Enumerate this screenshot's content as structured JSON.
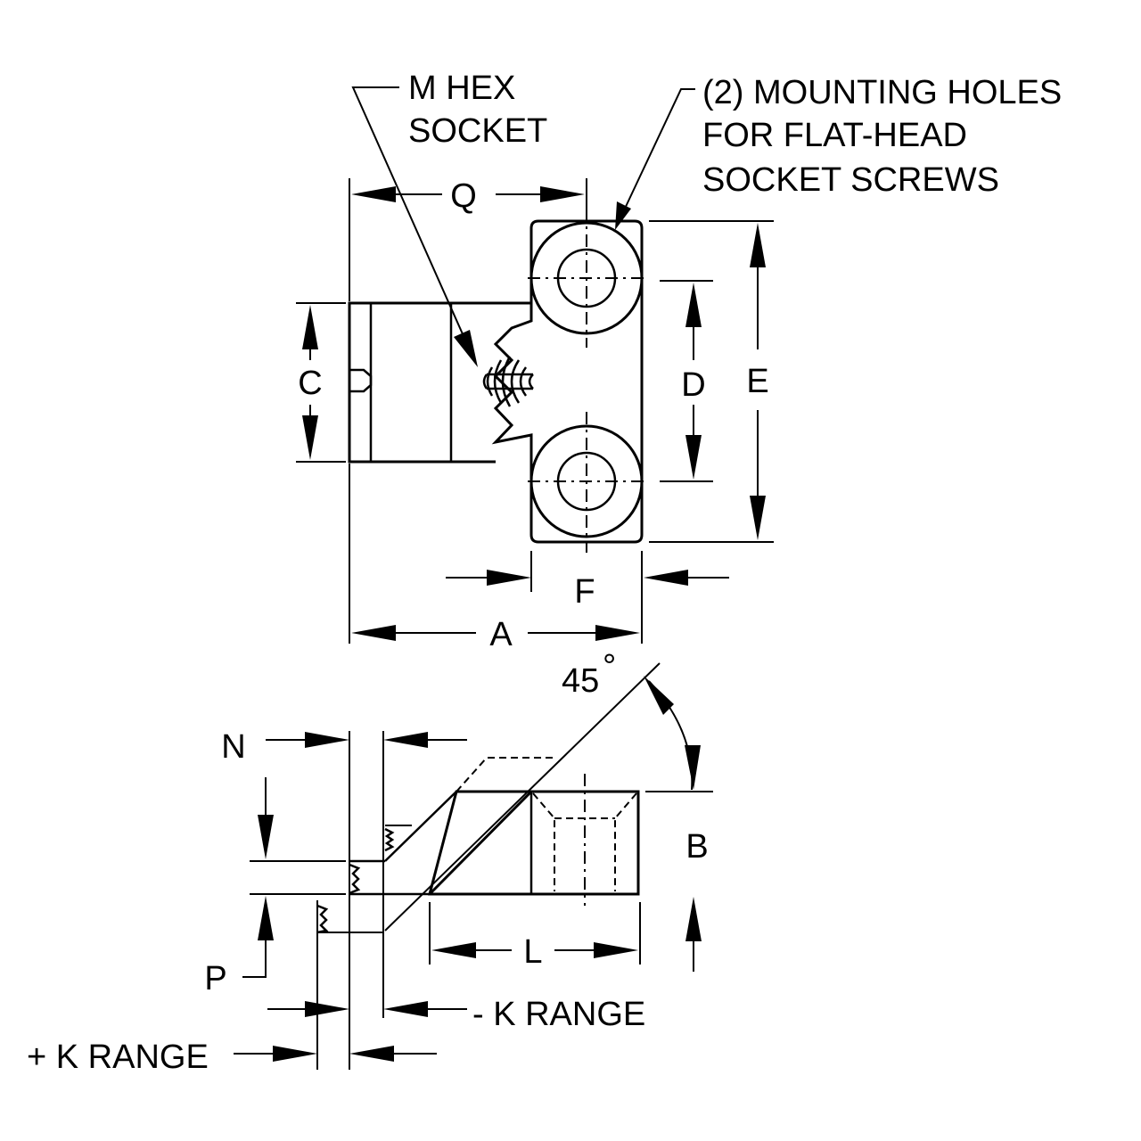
{
  "callouts": {
    "hex_socket": [
      "M HEX",
      "SOCKET"
    ],
    "mounting_holes": [
      "(2) MOUNTING HOLES",
      "FOR FLAT-HEAD",
      "SOCKET SCREWS"
    ]
  },
  "dimensions": {
    "q": "Q",
    "c": "C",
    "d": "D",
    "e": "E",
    "f": "F",
    "a": "A",
    "angle": "45",
    "angle_unit": "°",
    "n": "N",
    "b": "B",
    "l": "L",
    "p": "P",
    "minus_k": "- K RANGE",
    "plus_k": "+ K RANGE"
  }
}
